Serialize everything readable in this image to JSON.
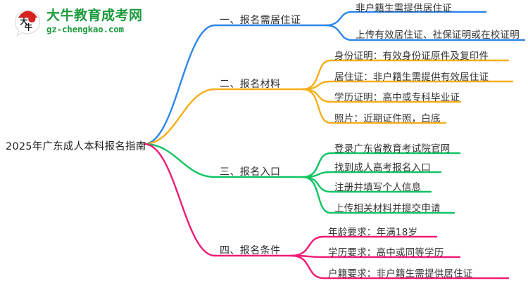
{
  "logo": {
    "name": "大牛教育成考网",
    "domain": "gz-chengkao.com",
    "mark_text": "大牛",
    "brand_color": "#1a9a3c",
    "mark_accent_color": "#d6231f"
  },
  "mindmap": {
    "root": {
      "label": "2025年广东成人本科报名指南"
    },
    "branches": [
      {
        "id": "branch-1",
        "label": "一、报名需居住证",
        "color": "#2E86E8",
        "children": [
          {
            "label": "非户籍生需提供居住证"
          },
          {
            "label": "上传有效居住证、社保证明或在校证明"
          }
        ]
      },
      {
        "id": "branch-2",
        "label": "二、报名材料",
        "color": "#F5AE1A",
        "children": [
          {
            "label": "身份证明：有效身份证原件及复印件"
          },
          {
            "label": "居住证：非户籍生需提供有效居住证"
          },
          {
            "label": "学历证明：高中或专科毕业证"
          },
          {
            "label": "照片：近期证件照，白底"
          }
        ]
      },
      {
        "id": "branch-3",
        "label": "三、报名入口",
        "color": "#0FC463",
        "children": [
          {
            "label": "登录广东省教育考试院官网"
          },
          {
            "label": "找到成人高考报名入口"
          },
          {
            "label": "注册并填写个人信息"
          },
          {
            "label": "上传相关材料并提交申请"
          }
        ]
      },
      {
        "id": "branch-4",
        "label": "四、报名条件",
        "color": "#F01A76",
        "children": [
          {
            "label": "年龄要求：年满18岁"
          },
          {
            "label": "学历要求：高中或同等学历"
          },
          {
            "label": "户籍要求：非户籍生需提供居住证"
          }
        ]
      }
    ]
  }
}
